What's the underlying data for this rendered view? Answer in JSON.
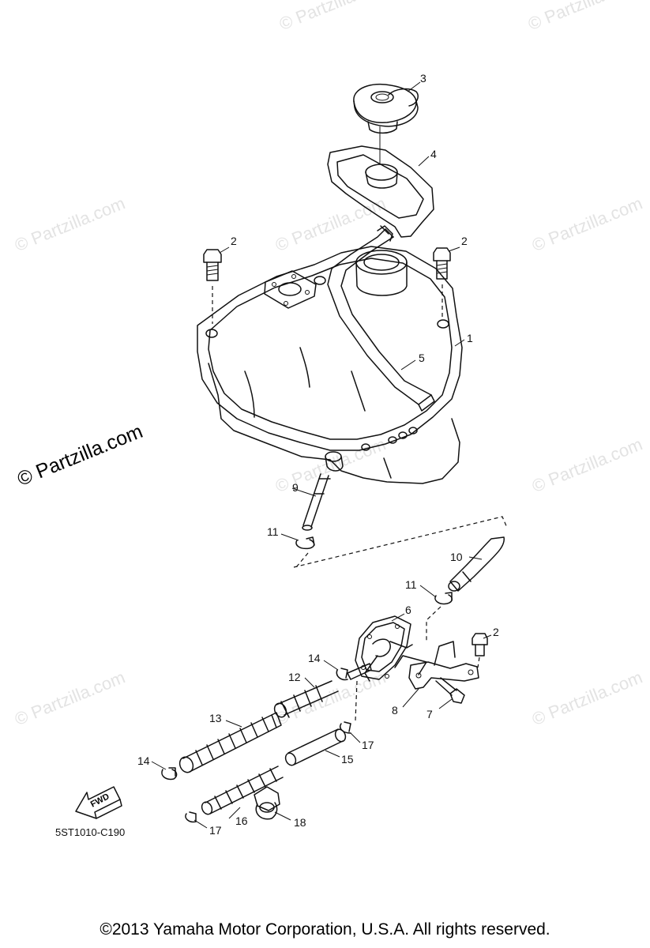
{
  "watermarks": {
    "small": "© Partzilla.com",
    "large": "© Partzilla.com"
  },
  "callouts": [
    "1",
    "2",
    "2",
    "2",
    "3",
    "4",
    "5",
    "6",
    "7",
    "8",
    "9",
    "10",
    "11",
    "11",
    "12",
    "13",
    "14",
    "14",
    "15",
    "16",
    "17",
    "17",
    "18"
  ],
  "fwd_label": "FWD",
  "diagram_code": "5ST1010-C190",
  "copyright": "©2013 Yamaha Motor Corporation, U.S.A. All rights reserved."
}
